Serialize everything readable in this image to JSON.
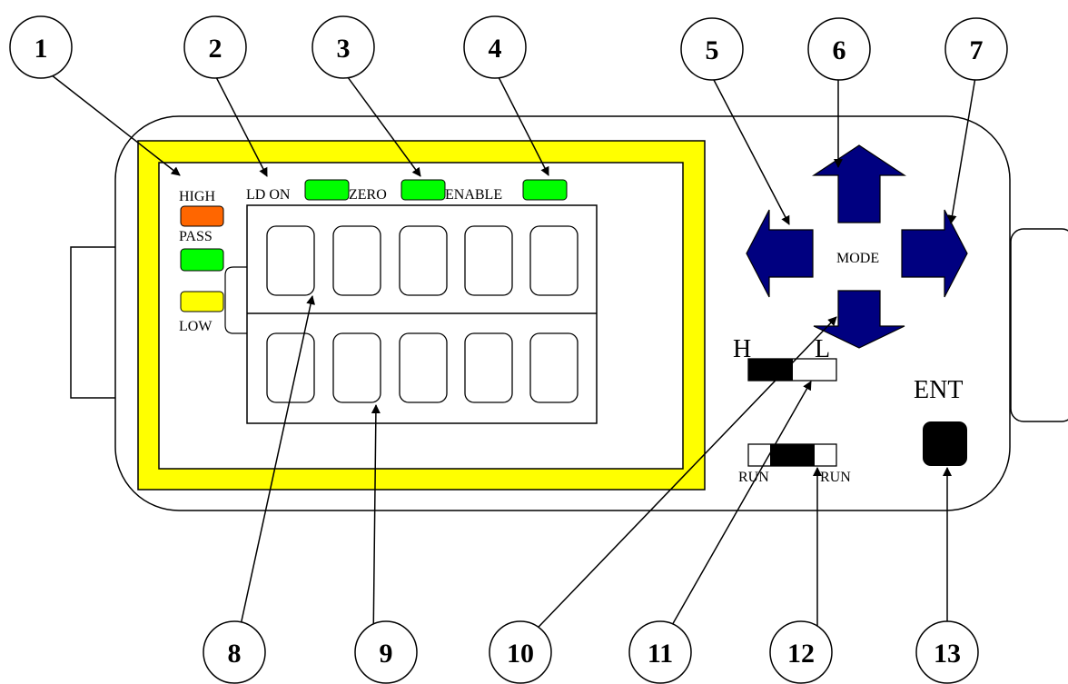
{
  "callouts": [
    "1",
    "2",
    "3",
    "4",
    "5",
    "6",
    "7",
    "8",
    "9",
    "10",
    "11",
    "12",
    "13"
  ],
  "indicators": {
    "high": "HIGH",
    "pass": "PASS",
    "low": "LOW",
    "ld_on": "LD ON",
    "zero": "ZERO",
    "enable": "ENABLE"
  },
  "keys": {
    "mode": "MODE",
    "ent": "ENT"
  },
  "switches": {
    "h_label": "H",
    "l_label": "L",
    "run_left": "RUN",
    "run_right": "RUN"
  },
  "colors": {
    "frame_yellow": "#ffff00",
    "led_green": "#00ff00",
    "led_orange": "#ff6600",
    "led_yellow": "#ffff00",
    "arrow_blue": "#000080",
    "black": "#000000"
  }
}
